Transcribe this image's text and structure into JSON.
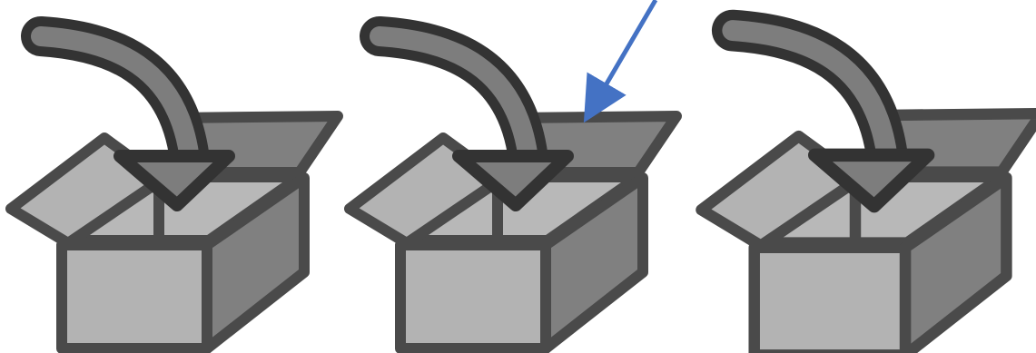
{
  "illustration": {
    "items": [
      {
        "name": "box-with-arrow-1"
      },
      {
        "name": "box-with-arrow-2"
      },
      {
        "name": "box-with-arrow-3"
      }
    ],
    "pointer": {
      "name": "blue-pointer-arrow",
      "target": "box-with-arrow-2"
    }
  },
  "colors": {
    "outline": "#4a4a4a",
    "box_light": "#b3b3b3",
    "box_dark": "#808080",
    "inside_light": "#b8b8b8",
    "arrow_outline": "#333333",
    "arrow_fill": "#7d7d7d",
    "pointer": "#4472c4",
    "background": "#ffffff"
  }
}
